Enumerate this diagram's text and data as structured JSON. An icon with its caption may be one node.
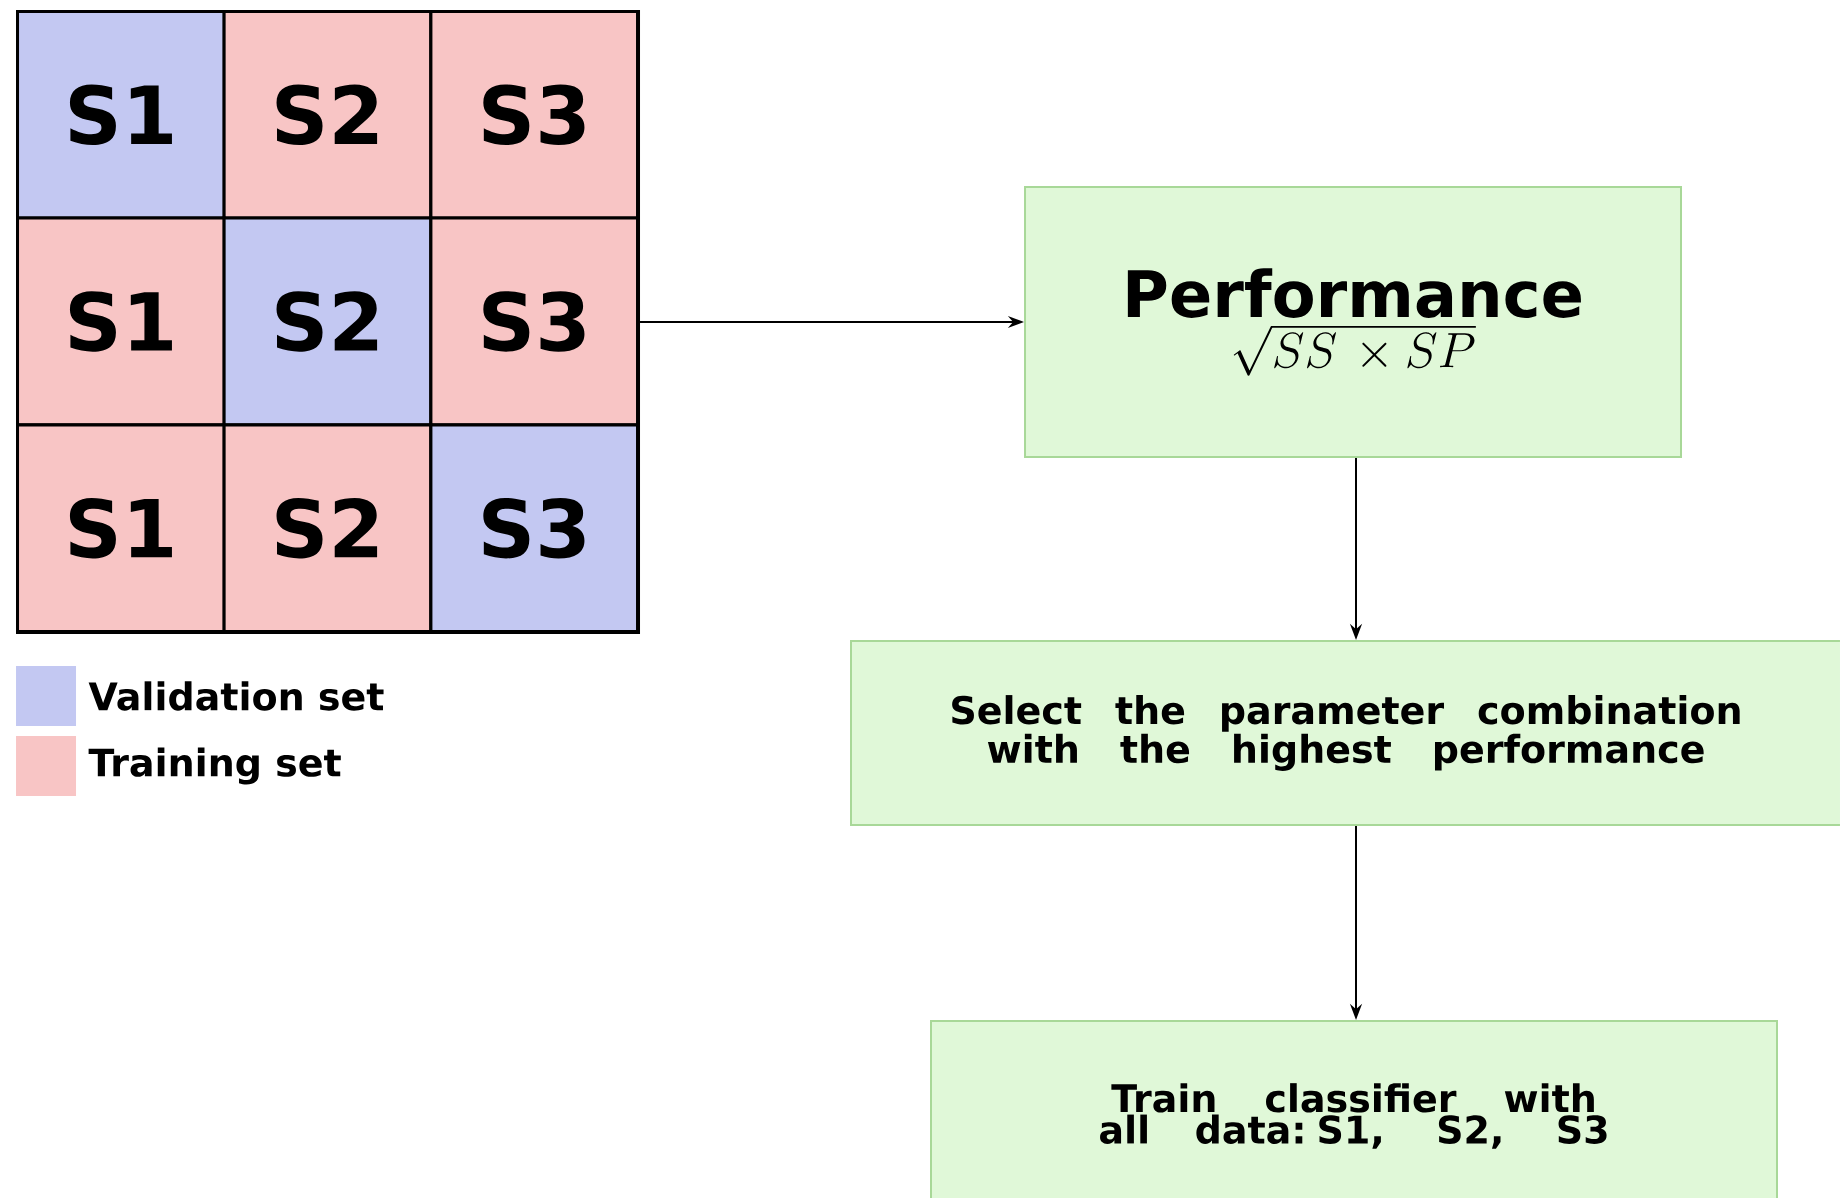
{
  "diagram": {
    "nodes": [
      {
        "text": [],
        "shape": "box"
      },
      {
        "text": [
          "S1"
        ],
        "in": 0
      },
      {
        "text": [
          "S2"
        ],
        "in": 0
      },
      {
        "text": [
          "S3"
        ],
        "in": 0
      },
      {
        "text": [
          "S1"
        ],
        "in": 0
      },
      {
        "text": [
          "S2"
        ],
        "in": 0
      },
      {
        "text": [
          "S3"
        ],
        "in": 0
      },
      {
        "text": [
          "S1"
        ],
        "in": 0
      },
      {
        "text": [
          "S2"
        ],
        "in": 0
      },
      {
        "text": [
          "S3"
        ],
        "in": 0
      },
      {
        "text": [
          "Performance",
          "\\sqrt{SS\\ \\times SP}"
        ]
      },
      {
        "text": [
          "Select the parameter combination with the highest performance"
        ]
      },
      {
        "text": [
          "Train classifier with all data: S1, S2, S3"
        ]
      }
    ],
    "edges": [
      {
        "from": 0,
        "to": 10,
        "arrow": "to"
      },
      {
        "from": 10,
        "to": 11,
        "arrow": "to"
      },
      {
        "from": 11,
        "to": 12,
        "arrow": "to"
      }
    ],
    "legend": [
      {
        "text": "Validation set",
        "color": "#c3c8f2"
      },
      {
        "text": "Training set",
        "color": "#f8c5c5"
      }
    ]
  }
}
